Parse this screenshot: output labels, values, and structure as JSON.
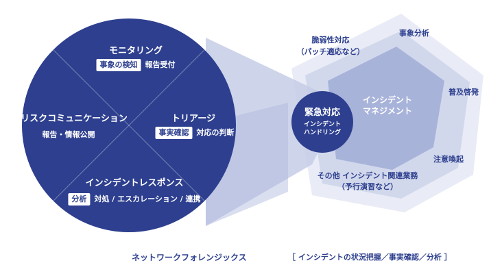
{
  "circle": {
    "top": {
      "title": "モニタリング",
      "badge": "事象の検知",
      "text": "報告受付"
    },
    "left": {
      "title": "リスクコミュニケーション",
      "text": "報告・情報公開"
    },
    "right": {
      "title": "トリアージ",
      "badge": "事実確認",
      "text": "対応の判断"
    },
    "bottom": {
      "title": "インシデントレスポンス",
      "badge": "分析",
      "text": "対処 / エスカレーション / 連携"
    }
  },
  "core": {
    "title": "緊急対応",
    "sub_line1": "インシデント",
    "sub_line2": "ハンドリング"
  },
  "hexagon": {
    "center_line1": "インシデント",
    "center_line2": "マネジメント",
    "items": {
      "vuln_line1": "脆弱性対応",
      "vuln_line2": "（パッチ適応など）",
      "analysis": "事象分析",
      "awareness": "普及啓発",
      "alert": "注意喚起",
      "other_line1": "その他 インシデント関連業務",
      "other_line2": "（予行演習など）"
    }
  },
  "footer": {
    "left": "ネットワークフォレンジックス",
    "right": "［ インシデントの状況把握／事実確認／分析 ］"
  },
  "colors": {
    "primary": "#2d3f8e",
    "hex_outer": "#e6eaf5",
    "hex_mid": "#cbd2e9",
    "hex_inner": "#9aa7d4",
    "cone": "#b7c0e0"
  }
}
